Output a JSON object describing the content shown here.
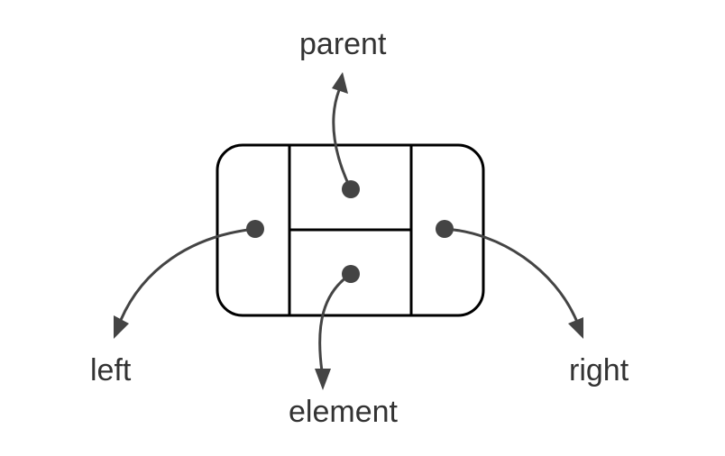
{
  "labels": {
    "parent": "parent",
    "left": "left",
    "element": "element",
    "right": "right"
  },
  "colors": {
    "stroke": "#000000",
    "pointer": "#444444",
    "text": "#333333"
  }
}
